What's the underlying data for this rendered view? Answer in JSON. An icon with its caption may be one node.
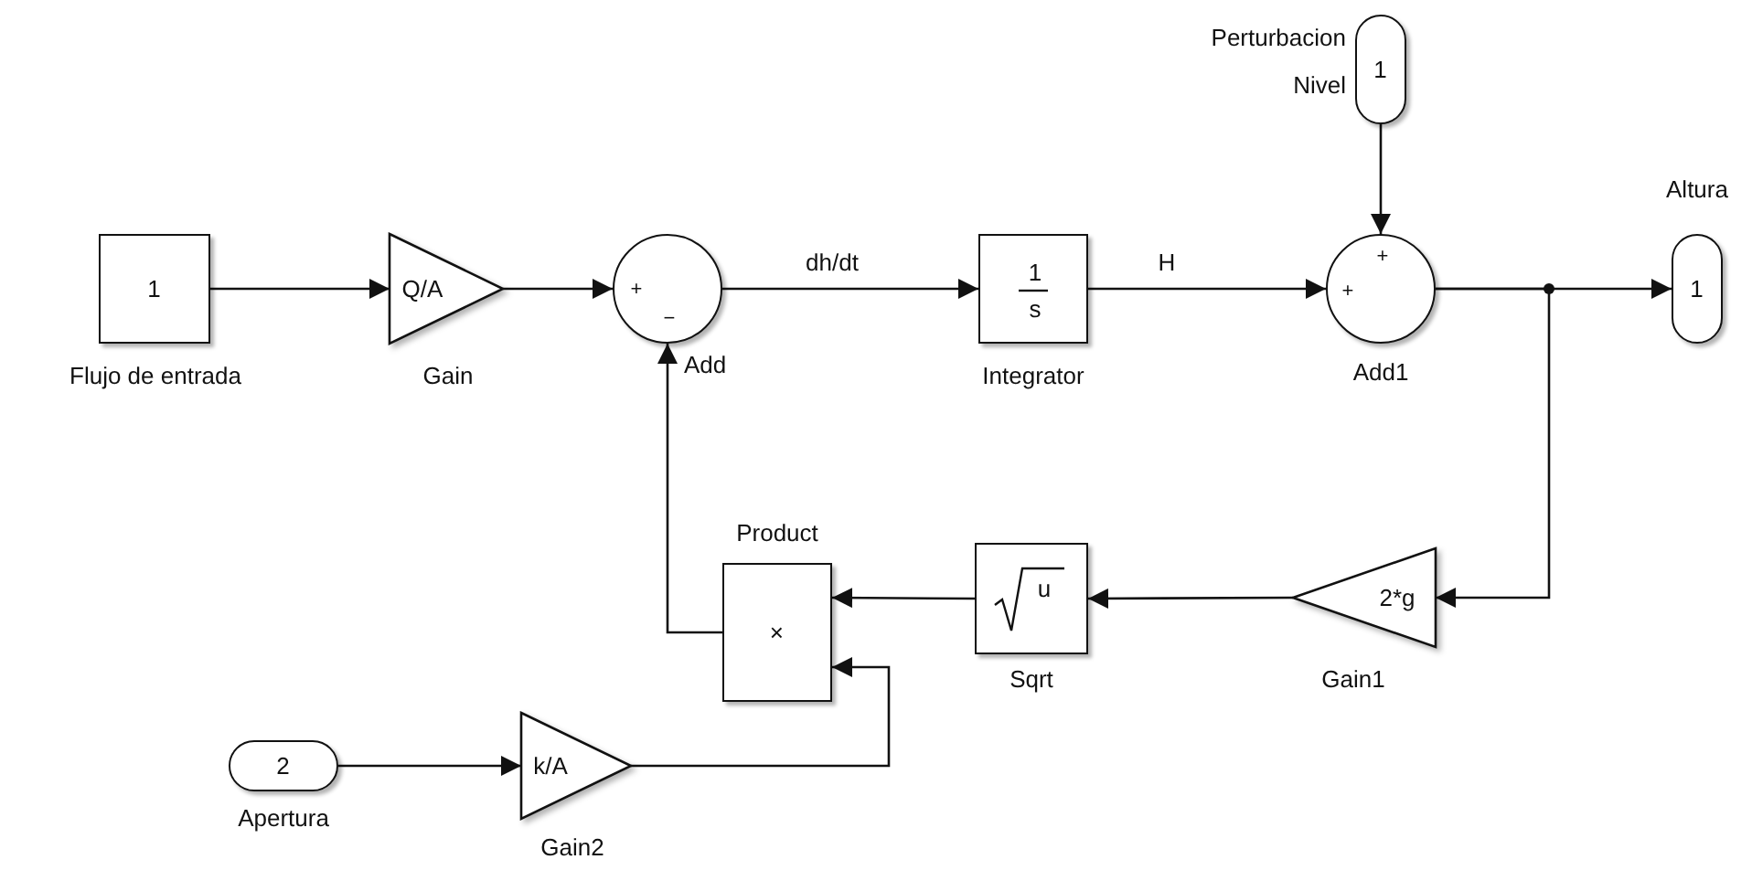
{
  "diagram": {
    "nodes": [
      {
        "text": [
          "1"
        ],
        "beside": [
          "Perturbacion Nivel"
        ]
      },
      {
        "text": [
          "1"
        ],
        "beside": [
          "Flujo de entrada"
        ]
      },
      {
        "text": [
          "Q/A"
        ],
        "beside": [
          "Gain"
        ]
      },
      {
        "text": [
          "+",
          "−"
        ],
        "beside": [
          "Add"
        ]
      },
      {
        "text": [
          "1",
          "s"
        ],
        "beside": [
          "Integrator"
        ]
      },
      {
        "text": [
          "+",
          "+"
        ],
        "beside": [
          "Add1"
        ]
      },
      {
        "text": [
          "1"
        ],
        "beside": [
          "Altura"
        ]
      },
      {
        "text": [
          "×"
        ],
        "beside": [
          "Product"
        ]
      },
      {
        "text": [
          "u"
        ],
        "beside": [
          "Sqrt"
        ]
      },
      {
        "text": [
          "2*g"
        ],
        "beside": [
          "Gain1"
        ]
      },
      {
        "text": [
          "2"
        ],
        "beside": [
          "Apertura"
        ]
      },
      {
        "text": [
          "k/A"
        ],
        "beside": [
          "Gain2"
        ]
      }
    ],
    "edges": [
      {
        "from": 1,
        "to": 2,
        "arrow": "to"
      },
      {
        "from": 2,
        "to": 3,
        "arrow": "to"
      },
      {
        "from": 3,
        "to": 4,
        "arrow": "to",
        "label": "dh/dt"
      },
      {
        "from": 4,
        "to": 5,
        "arrow": "to",
        "label": "H"
      },
      {
        "from": 0,
        "to": 5,
        "arrow": "to"
      },
      {
        "from": 5,
        "to": 6,
        "arrow": "to"
      },
      {
        "from": 5,
        "to": 9,
        "arrow": "to"
      },
      {
        "from": 9,
        "to": 8,
        "arrow": "to"
      },
      {
        "from": 8,
        "to": 7,
        "arrow": "to"
      },
      {
        "from": 7,
        "to": 3,
        "arrow": "to"
      },
      {
        "from": 10,
        "to": 11,
        "arrow": "to"
      },
      {
        "from": 11,
        "to": 7,
        "arrow": "to"
      }
    ]
  }
}
